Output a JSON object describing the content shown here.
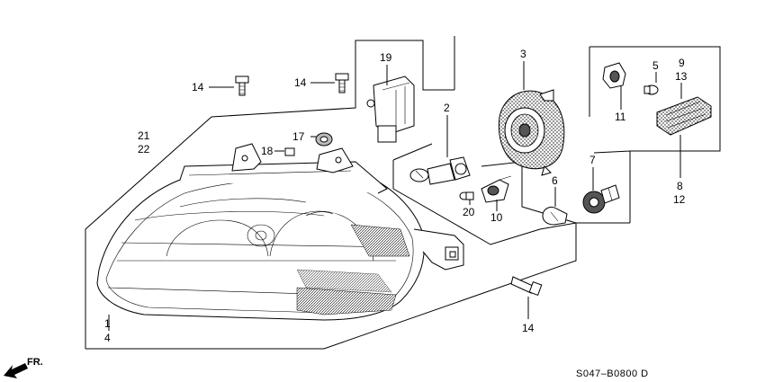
{
  "diagram": {
    "code": "S047–B0800 D",
    "direction_label": "FR.",
    "callouts": {
      "c1": "1",
      "c4": "4",
      "c2": "2",
      "c3": "3",
      "c5": "5",
      "c6": "6",
      "c7": "7",
      "c8": "8",
      "c9": "9",
      "c10": "10",
      "c11": "11",
      "c12": "12",
      "c13": "13",
      "c14a": "14",
      "c14b": "14",
      "c14c": "14",
      "c17": "17",
      "c18": "18",
      "c19": "19",
      "c20": "20",
      "c21": "21",
      "c22": "22"
    }
  }
}
